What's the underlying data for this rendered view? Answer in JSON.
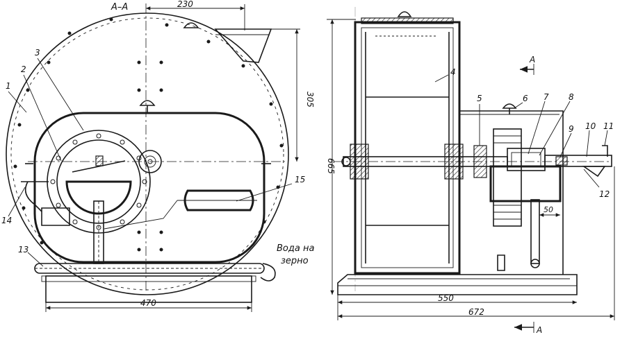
{
  "views": {
    "left_title": "А–А",
    "bottom_section": "А"
  },
  "dimensions": {
    "top_width": "230",
    "hopper_height": "305",
    "left_base_width": "470",
    "side_height": "665",
    "side_base_width": "550",
    "side_total_width": "672",
    "small_gap": "50"
  },
  "callouts": [
    "1",
    "2",
    "3",
    "4",
    "5",
    "6",
    "7",
    "8",
    "9",
    "10",
    "11",
    "12",
    "13",
    "14",
    "15"
  ],
  "annotation": {
    "line1": "Вода на",
    "line2": "зерно"
  }
}
